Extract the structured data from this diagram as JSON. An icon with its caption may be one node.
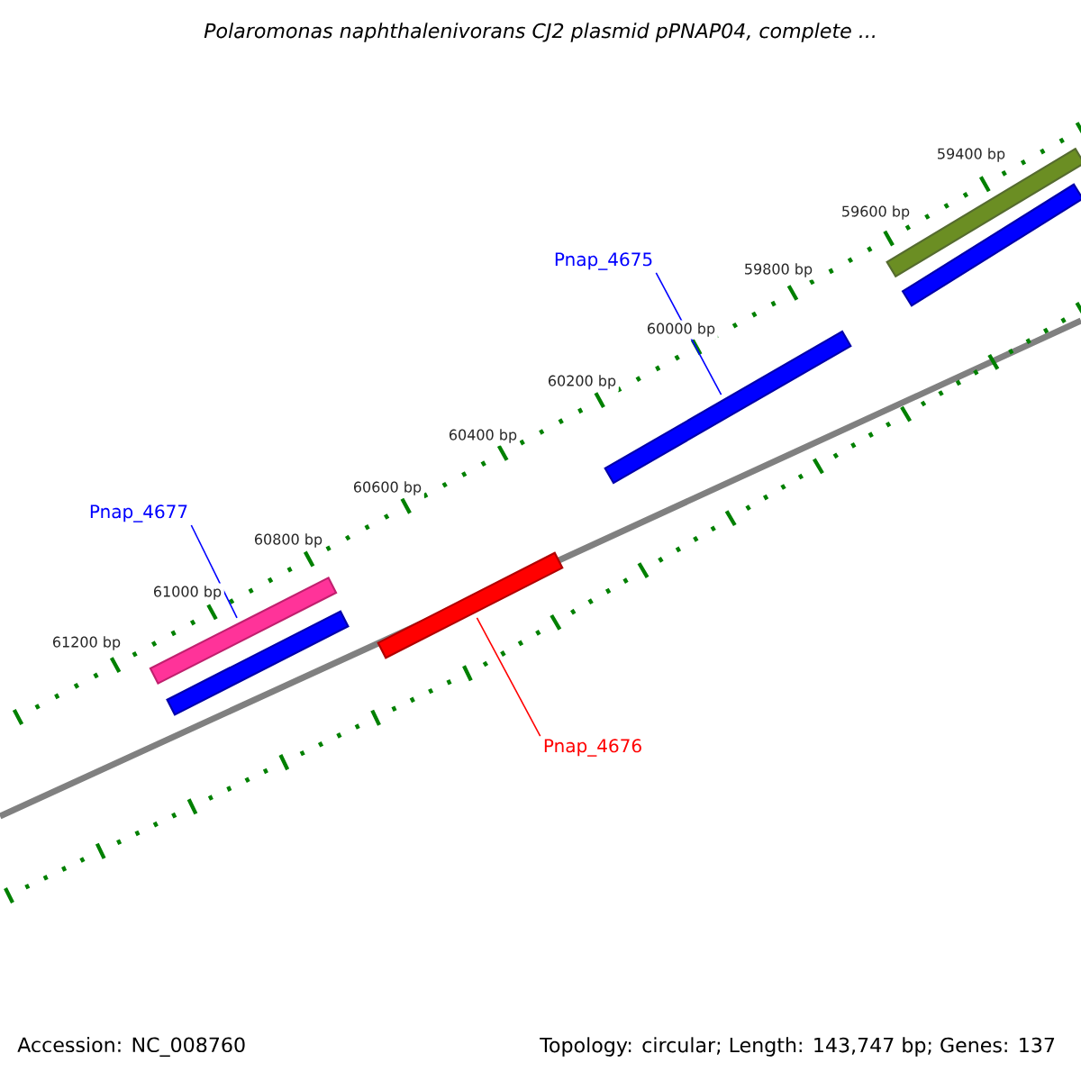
{
  "diagram": {
    "title": "Polaromonas naphthalenivorans CJ2 plasmid pPNAP04, complete ...",
    "nodes": [
      {
        "text": [
          "Pnap_4675"
        ]
      },
      {
        "text": [],
        "shape": "bar"
      },
      {
        "text": [],
        "shape": "bar"
      },
      {
        "text": [],
        "shape": "bar"
      },
      {
        "text": [
          "Pnap_4677"
        ]
      },
      {
        "text": [],
        "shape": "bar"
      },
      {
        "text": [],
        "shape": "bar"
      },
      {
        "text": [],
        "shape": "bar"
      },
      {
        "text": [
          "Pnap_4676"
        ]
      }
    ],
    "edges": [
      {
        "from": 0,
        "to": 3,
        "arrow": "none"
      },
      {
        "from": 4,
        "to": 5,
        "arrow": "none"
      },
      {
        "from": 8,
        "to": 7,
        "arrow": "none",
        "color": "#ff0000"
      }
    ],
    "labels": [
      "59400 bp",
      "59600 bp",
      "59800 bp",
      "60000 bp",
      "60200 bp",
      "60400 bp",
      "60600 bp",
      "60800 bp",
      "61000 bp",
      "61200 bp",
      "Accession: NC_008760",
      "Topology: circular; Length: 143,747 bp; Genes: 137"
    ]
  }
}
